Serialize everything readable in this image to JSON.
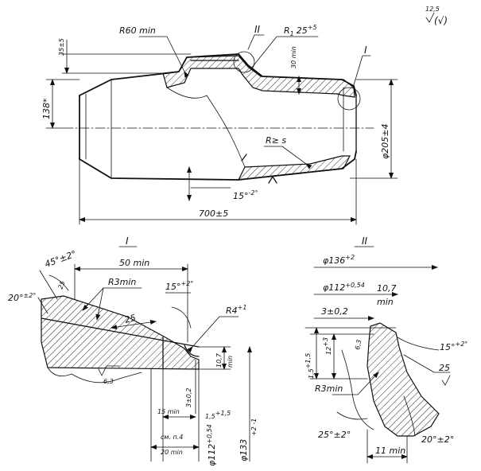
{
  "roughness_general": "12,5",
  "roughness_paren": "(√)",
  "main_view": {
    "label_ii_ref": "II",
    "label_i_ref": "I",
    "r60": "R60 min",
    "r1": "R",
    "r1_sub": "1",
    "r1_val": "25",
    "r1_tol": "+5",
    "dim_30": "30 min",
    "dim_35": "35±5",
    "dim_138": "138*",
    "dim_205": "φ205±4",
    "r_s": "R≥ s",
    "angle_15": "15°",
    "angle_15_tol": "-2°",
    "dim_700": "700±5"
  },
  "view_i": {
    "title": "I",
    "angle_45": "45°±2°",
    "dim_25a": "25",
    "dim_50": "50 min",
    "r3": "R3min",
    "angle_15": "15°",
    "angle_15_tol": "+2°",
    "angle_20": "20°",
    "angle_20_tol": "±2°",
    "dim_25b": "25",
    "r4": "R4",
    "r4_tol": "+1",
    "dim_107": "10,7",
    "dim_107_min": "min",
    "rough_63": "6,3",
    "dim_3": "3±0,2",
    "dim_15": "15 min",
    "dim_15b": "1,5",
    "dim_15b_tol": "+1,5",
    "dim_133": "φ133",
    "dim_133_tol": "+2\n-1",
    "dim_112": "φ112",
    "dim_112_tol": "+0,54",
    "note": "см. п.4",
    "dim_20": "20 min"
  },
  "view_ii": {
    "title": "II",
    "dim_136": "φ136",
    "dim_136_tol": "+2",
    "dim_112": "φ112",
    "dim_112_tol": "+0,54",
    "dim_107": "10,7",
    "dim_107_min": "min",
    "dim_3": "3±0,2",
    "angle_15": "15°",
    "angle_15_tol": "+2°",
    "dim_12": "12",
    "dim_12_tol": "+3",
    "dim_15": "1,5",
    "dim_15_tol": "+1,5",
    "rough_63": "6,3",
    "dim_25": "25",
    "r3": "R3min",
    "angle_25": "25°±2°",
    "angle_20": "20°±2°",
    "dim_11": "11 min"
  }
}
